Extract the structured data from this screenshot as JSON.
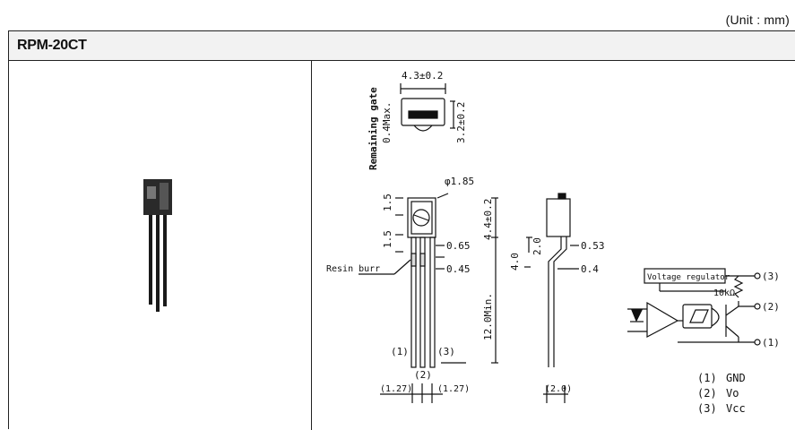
{
  "unit_label": "(Unit : mm)",
  "part_title": "RPM-20CT",
  "top_view": {
    "width_dim": "4.3±0.2",
    "height_dim": "3.2±0.2",
    "gate_label_1": "Remaining gate",
    "gate_label_2": "0.4Max."
  },
  "front_view": {
    "lens_dia": "φ1.85",
    "dim_1_5_a": "1.5",
    "dim_1_5_b": "1.5",
    "body_height": "4.4±0.2",
    "lead_w_top": "0.65",
    "lead_w": "0.45",
    "lead_len": "12.0Min.",
    "resin_burr": "Resin burr",
    "pin1": "(1)",
    "pin2": "(2)",
    "pin3": "(3)",
    "pitch_left": "(1.27)",
    "pitch_right": "(1.27)"
  },
  "side_view": {
    "dim_2_0": "2.0",
    "dim_4_0": "4.0",
    "dim_0_53": "0.53",
    "dim_0_4": "0.4",
    "base_width": "(2.0)"
  },
  "circuit": {
    "regulator": "Voltage regulator",
    "resistor": "10kΩ",
    "out3": "(3)",
    "out2": "(2)",
    "out1": "(1)"
  },
  "pin_legend": [
    {
      "num": "(1)",
      "name": "GND"
    },
    {
      "num": "(2)",
      "name": "Vo"
    },
    {
      "num": "(3)",
      "name": "Vcc"
    }
  ]
}
